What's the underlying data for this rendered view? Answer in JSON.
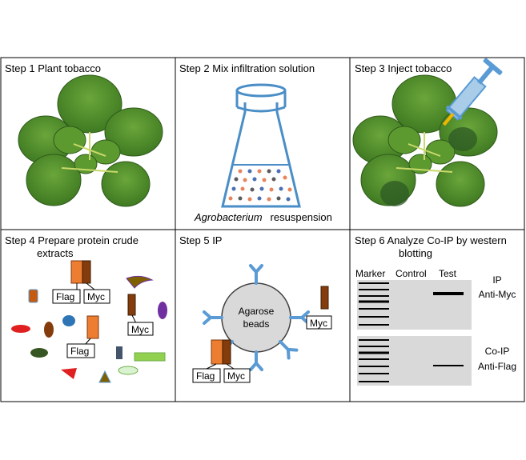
{
  "steps": [
    {
      "title": "Step 1 Plant tobacco"
    },
    {
      "title": "Step 2 Mix infiltration solution",
      "caption_italic": "Agrobacterium",
      "caption_rest": "resuspension"
    },
    {
      "title": "Step 3 Inject tobacco"
    },
    {
      "title_line1": "Step 4 Prepare protein crude",
      "title_line2": "extracts"
    },
    {
      "title": "Step 5 IP"
    },
    {
      "title_line1": "Step 6 Analyze  Co-IP by western",
      "title_line2": "blotting"
    }
  ],
  "tags": {
    "flag": "Flag",
    "myc": "Myc"
  },
  "beads": {
    "line1": "Agarose",
    "line2": "beads"
  },
  "blot": {
    "col_marker": "Marker",
    "col_control": "Control",
    "col_test": "Test",
    "top_label1": "IP",
    "top_label2": "Anti-Myc",
    "bottom_label1": "Co-IP",
    "bottom_label2": "Anti-Flag"
  },
  "colors": {
    "leaf": "#4f8a2a",
    "leaf_dark": "#2f5a1a",
    "flag_orange": "#ed7d31",
    "myc_brown": "#843c0c",
    "antibody_blue": "#5b9bd5",
    "syringe_blue": "#5b9bd5",
    "blot_gray": "#d9d9d9"
  }
}
